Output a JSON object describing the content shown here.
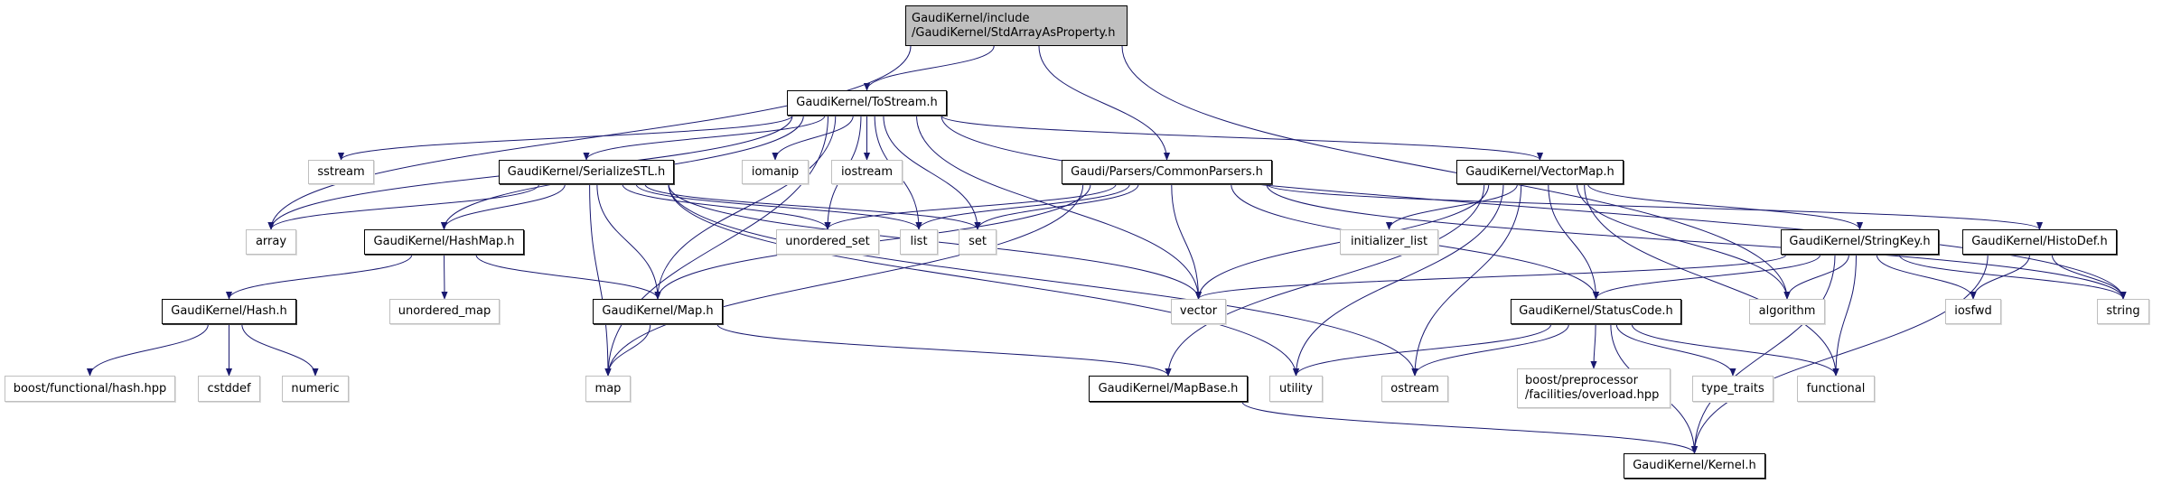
{
  "graph": {
    "edge_color": "#191970",
    "root_fill": "#bfbfbf",
    "nodes": [
      {
        "id": "root",
        "lines": [
          "GaudiKernel/include",
          "/GaudiKernel/StdArrayAsProperty.h"
        ],
        "kind": "root"
      },
      {
        "id": "tostream",
        "lines": [
          "GaudiKernel/ToStream.h"
        ],
        "kind": "doc"
      },
      {
        "id": "sstream",
        "lines": [
          "sstream"
        ],
        "kind": "ext"
      },
      {
        "id": "serializestl",
        "lines": [
          "GaudiKernel/SerializeSTL.h"
        ],
        "kind": "doc"
      },
      {
        "id": "iomanip",
        "lines": [
          "iomanip"
        ],
        "kind": "ext"
      },
      {
        "id": "iostream",
        "lines": [
          "iostream"
        ],
        "kind": "ext"
      },
      {
        "id": "commonparsers",
        "lines": [
          "Gaudi/Parsers/CommonParsers.h"
        ],
        "kind": "doc"
      },
      {
        "id": "vectormap",
        "lines": [
          "GaudiKernel/VectorMap.h"
        ],
        "kind": "doc"
      },
      {
        "id": "array",
        "lines": [
          "array"
        ],
        "kind": "ext"
      },
      {
        "id": "hashmap",
        "lines": [
          "GaudiKernel/HashMap.h"
        ],
        "kind": "doc"
      },
      {
        "id": "unordered_set",
        "lines": [
          "unordered_set"
        ],
        "kind": "ext"
      },
      {
        "id": "list",
        "lines": [
          "list"
        ],
        "kind": "ext"
      },
      {
        "id": "set",
        "lines": [
          "set"
        ],
        "kind": "ext"
      },
      {
        "id": "initializer_list",
        "lines": [
          "initializer_list"
        ],
        "kind": "ext"
      },
      {
        "id": "stringkey",
        "lines": [
          "GaudiKernel/StringKey.h"
        ],
        "kind": "doc"
      },
      {
        "id": "histodef",
        "lines": [
          "GaudiKernel/HistoDef.h"
        ],
        "kind": "doc"
      },
      {
        "id": "hash",
        "lines": [
          "GaudiKernel/Hash.h"
        ],
        "kind": "doc"
      },
      {
        "id": "unordered_map",
        "lines": [
          "unordered_map"
        ],
        "kind": "ext"
      },
      {
        "id": "map_h",
        "lines": [
          "GaudiKernel/Map.h"
        ],
        "kind": "doc"
      },
      {
        "id": "vector",
        "lines": [
          "vector"
        ],
        "kind": "ext"
      },
      {
        "id": "statuscode",
        "lines": [
          "GaudiKernel/StatusCode.h"
        ],
        "kind": "doc"
      },
      {
        "id": "algorithm",
        "lines": [
          "algorithm"
        ],
        "kind": "ext"
      },
      {
        "id": "iosfwd",
        "lines": [
          "iosfwd"
        ],
        "kind": "ext"
      },
      {
        "id": "string",
        "lines": [
          "string"
        ],
        "kind": "ext"
      },
      {
        "id": "boost_hash",
        "lines": [
          "boost/functional/hash.hpp"
        ],
        "kind": "ext"
      },
      {
        "id": "cstddef",
        "lines": [
          "cstddef"
        ],
        "kind": "ext"
      },
      {
        "id": "numeric",
        "lines": [
          "numeric"
        ],
        "kind": "ext"
      },
      {
        "id": "map",
        "lines": [
          "map"
        ],
        "kind": "ext"
      },
      {
        "id": "mapbase",
        "lines": [
          "GaudiKernel/MapBase.h"
        ],
        "kind": "doc"
      },
      {
        "id": "utility",
        "lines": [
          "utility"
        ],
        "kind": "ext"
      },
      {
        "id": "ostream",
        "lines": [
          "ostream"
        ],
        "kind": "ext"
      },
      {
        "id": "boost_pp",
        "lines": [
          "boost/preprocessor",
          "/facilities/overload.hpp"
        ],
        "kind": "ext"
      },
      {
        "id": "type_traits",
        "lines": [
          "type_traits"
        ],
        "kind": "ext"
      },
      {
        "id": "functional",
        "lines": [
          "functional"
        ],
        "kind": "ext"
      },
      {
        "id": "kernel",
        "lines": [
          "GaudiKernel/Kernel.h"
        ],
        "kind": "doc"
      }
    ],
    "edges": [
      [
        "root",
        "array"
      ],
      [
        "root",
        "tostream"
      ],
      [
        "root",
        "commonparsers"
      ],
      [
        "root",
        "algorithm"
      ],
      [
        "tostream",
        "array"
      ],
      [
        "tostream",
        "sstream"
      ],
      [
        "tostream",
        "serializestl"
      ],
      [
        "tostream",
        "hashmap"
      ],
      [
        "tostream",
        "map"
      ],
      [
        "tostream",
        "unordered_set"
      ],
      [
        "tostream",
        "iomanip"
      ],
      [
        "tostream",
        "iostream"
      ],
      [
        "tostream",
        "list"
      ],
      [
        "tostream",
        "set"
      ],
      [
        "tostream",
        "map_h"
      ],
      [
        "tostream",
        "vector"
      ],
      [
        "tostream",
        "vectormap"
      ],
      [
        "tostream",
        "string"
      ],
      [
        "serializestl",
        "array"
      ],
      [
        "serializestl",
        "hashmap"
      ],
      [
        "serializestl",
        "map_h"
      ],
      [
        "serializestl",
        "map"
      ],
      [
        "serializestl",
        "unordered_set"
      ],
      [
        "serializestl",
        "list"
      ],
      [
        "serializestl",
        "set"
      ],
      [
        "serializestl",
        "vector"
      ],
      [
        "serializestl",
        "utility"
      ],
      [
        "serializestl",
        "ostream"
      ],
      [
        "hashmap",
        "hash"
      ],
      [
        "hashmap",
        "unordered_map"
      ],
      [
        "hashmap",
        "map_h"
      ],
      [
        "hash",
        "boost_hash"
      ],
      [
        "hash",
        "cstddef"
      ],
      [
        "hash",
        "numeric"
      ],
      [
        "map_h",
        "map"
      ],
      [
        "map_h",
        "mapbase"
      ],
      [
        "commonparsers",
        "unordered_set"
      ],
      [
        "commonparsers",
        "list"
      ],
      [
        "commonparsers",
        "set"
      ],
      [
        "commonparsers",
        "map_h"
      ],
      [
        "commonparsers",
        "map"
      ],
      [
        "commonparsers",
        "vector"
      ],
      [
        "commonparsers",
        "statuscode"
      ],
      [
        "commonparsers",
        "histodef"
      ],
      [
        "commonparsers",
        "string"
      ],
      [
        "vectormap",
        "initializer_list"
      ],
      [
        "vectormap",
        "vector"
      ],
      [
        "vectormap",
        "utility"
      ],
      [
        "vectormap",
        "mapbase"
      ],
      [
        "vectormap",
        "ostream"
      ],
      [
        "vectormap",
        "statuscode"
      ],
      [
        "vectormap",
        "functional"
      ],
      [
        "vectormap",
        "algorithm"
      ],
      [
        "vectormap",
        "stringkey"
      ],
      [
        "stringkey",
        "vector"
      ],
      [
        "stringkey",
        "statuscode"
      ],
      [
        "stringkey",
        "algorithm"
      ],
      [
        "stringkey",
        "functional"
      ],
      [
        "stringkey",
        "iosfwd"
      ],
      [
        "stringkey",
        "string"
      ],
      [
        "stringkey",
        "kernel"
      ],
      [
        "histodef",
        "iosfwd"
      ],
      [
        "histodef",
        "string"
      ],
      [
        "histodef",
        "kernel"
      ],
      [
        "statuscode",
        "utility"
      ],
      [
        "statuscode",
        "ostream"
      ],
      [
        "statuscode",
        "boost_pp"
      ],
      [
        "statuscode",
        "type_traits"
      ],
      [
        "statuscode",
        "functional"
      ],
      [
        "statuscode",
        "kernel"
      ],
      [
        "mapbase",
        "kernel"
      ]
    ]
  }
}
